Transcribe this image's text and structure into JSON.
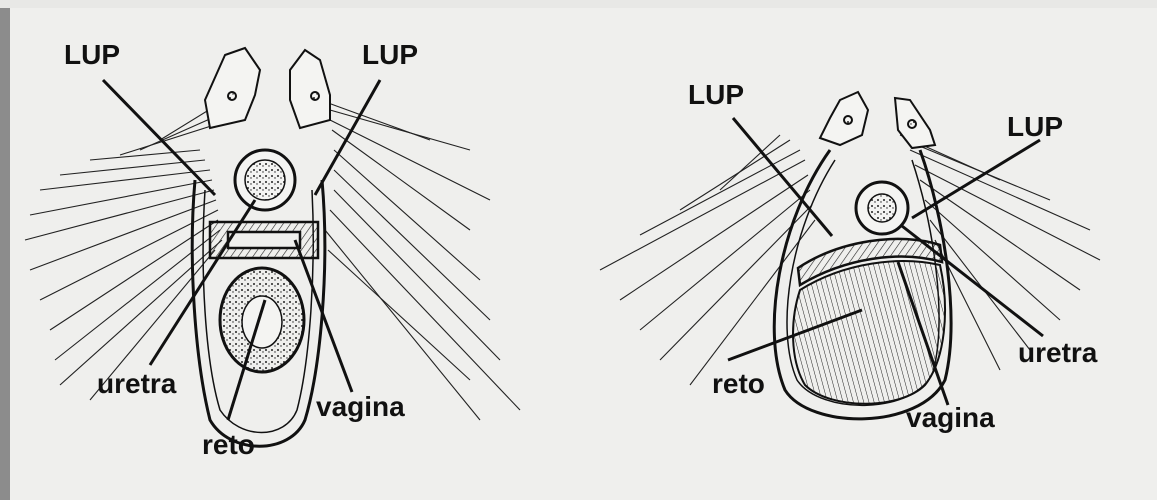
{
  "left_figure": {
    "labels": {
      "lup_left": "LUP",
      "lup_right": "LUP",
      "uretra": "uretra",
      "vagina": "vagina",
      "reto": "reto"
    }
  },
  "right_figure": {
    "labels": {
      "lup_left": "LUP",
      "lup_right": "LUP",
      "uretra": "uretra",
      "vagina": "vagina",
      "reto": "reto"
    }
  },
  "colors": {
    "ink": "#111111",
    "paper": "#efefed",
    "frame": "#8c8c8c"
  }
}
